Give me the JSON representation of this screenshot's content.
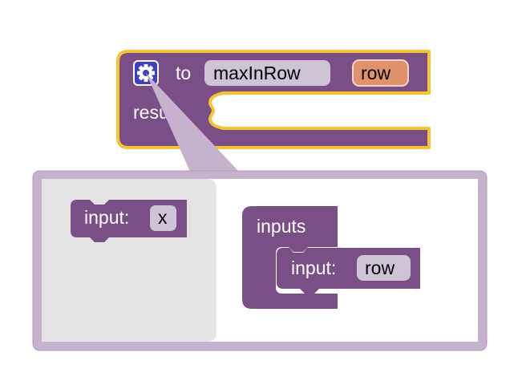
{
  "procedure_block": {
    "keyword": "to",
    "name": "maxInRow",
    "param": "row",
    "result_label": "result"
  },
  "mutator": {
    "flyout_block": {
      "label": "input:",
      "value": "x"
    },
    "container_block": {
      "label": "inputs"
    },
    "item_block": {
      "label": "input:",
      "value": "row"
    }
  },
  "icons": {
    "mutator": "gear-icon"
  },
  "colors": {
    "procedure": "#7a4f87",
    "selection_outline": "#f7c32e",
    "param_field": "#e0926a",
    "field_bg": "#cfc4d6",
    "bubble_frame": "#c7b2cd",
    "flyout_bg": "#e4e4e4",
    "gear_button": "#3d3fc8"
  }
}
